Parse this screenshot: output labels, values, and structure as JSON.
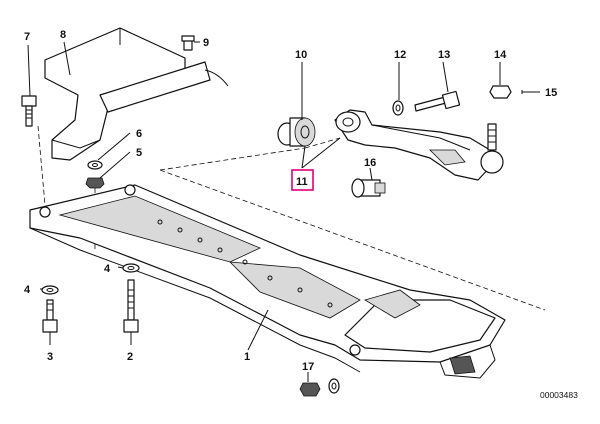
{
  "diagram": {
    "callouts": [
      "1",
      "2",
      "3",
      "4",
      "4",
      "5",
      "6",
      "7",
      "8",
      "9",
      "10",
      "11",
      "12",
      "13",
      "14",
      "15",
      "16",
      "17"
    ],
    "highlighted_callout": "11",
    "highlight_color": "#e0007a",
    "reference_number": "00003483"
  }
}
